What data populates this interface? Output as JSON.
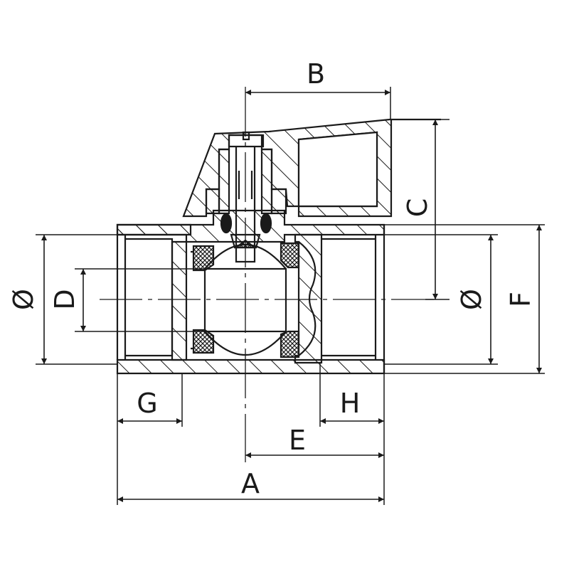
{
  "labels": {
    "A": "A",
    "B": "B",
    "C": "C",
    "D": "D",
    "E": "E",
    "F": "F",
    "G": "G",
    "H": "H",
    "dia_left": "Ø",
    "dia_right": "Ø"
  },
  "colors": {
    "line": "#1a1a1a",
    "background": "#ffffff"
  }
}
